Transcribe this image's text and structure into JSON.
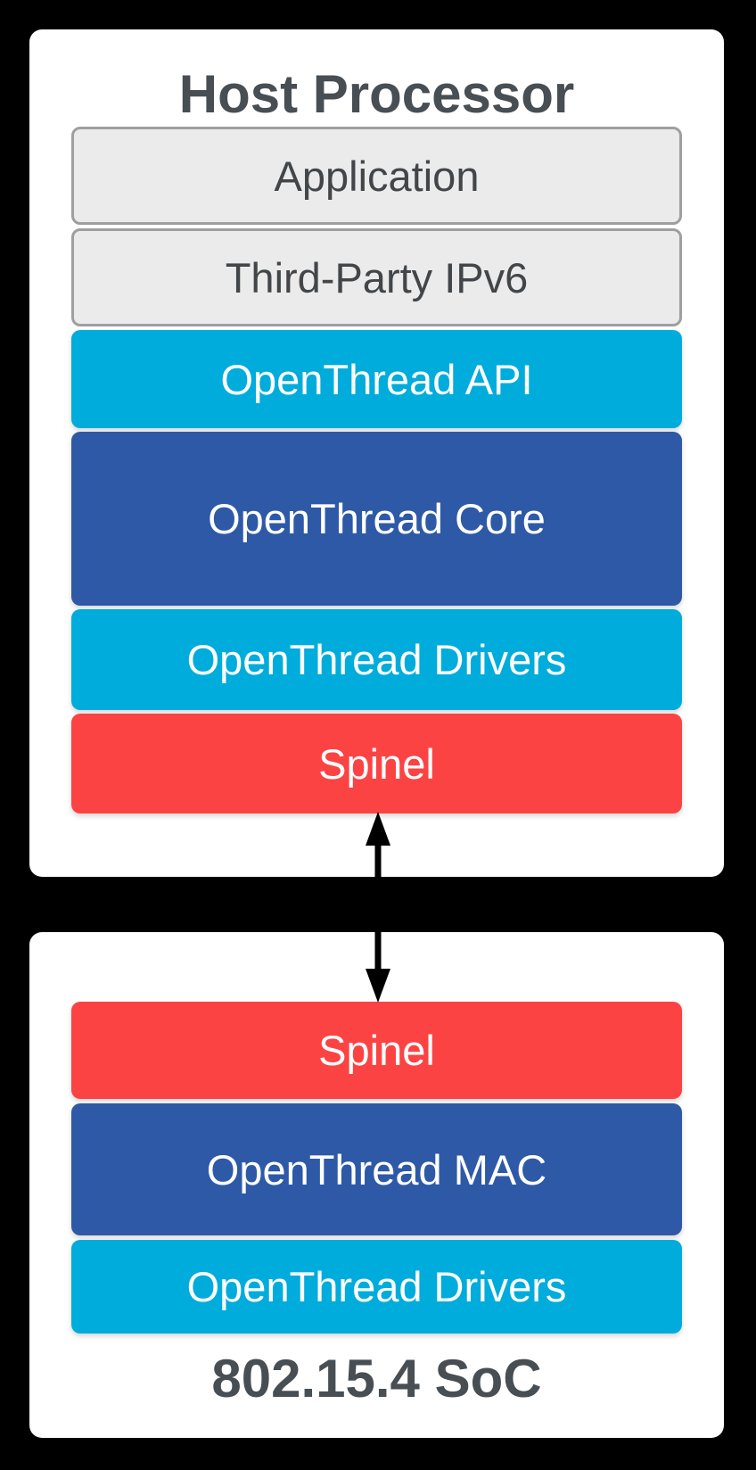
{
  "colors": {
    "background": "#000000",
    "panel": "#ffffff",
    "cyan": "#00acdb",
    "blue": "#2e59a7",
    "red": "#fc4343",
    "gray_fill": "#ebebeb",
    "gray_border": "#9e9fa1",
    "title_text": "#474e54",
    "gray_layer_text": "#434649",
    "layer_text_on_color": "#ffffff",
    "arrow": "#000000"
  },
  "host": {
    "title": "Host Processor",
    "layers": [
      {
        "label": "Application",
        "color_role": "gray"
      },
      {
        "label": "Third-Party IPv6",
        "color_role": "gray"
      },
      {
        "label": "OpenThread API",
        "color_role": "cyan"
      },
      {
        "label": "OpenThread Core",
        "color_role": "blue"
      },
      {
        "label": "OpenThread Drivers",
        "color_role": "cyan"
      },
      {
        "label": "Spinel",
        "color_role": "red"
      }
    ]
  },
  "soc": {
    "title": "802.15.4 SoC",
    "layers": [
      {
        "label": "Spinel",
        "color_role": "red"
      },
      {
        "label": "OpenThread MAC",
        "color_role": "blue"
      },
      {
        "label": "OpenThread Drivers",
        "color_role": "cyan"
      }
    ]
  },
  "connector": {
    "type": "arrow",
    "direction": "bidirectional",
    "connects": [
      "Spinel (Host Processor)",
      "Spinel (802.15.4 SoC)"
    ]
  }
}
